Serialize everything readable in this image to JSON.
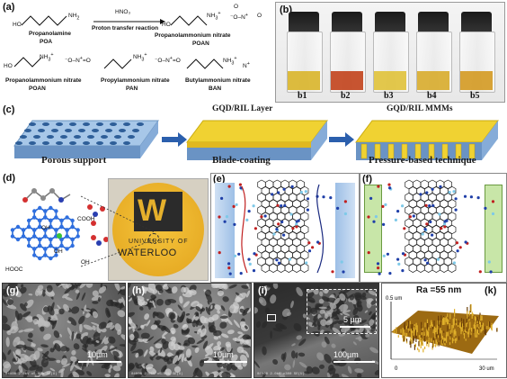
{
  "panels": {
    "a": "(a)",
    "b": "(b)",
    "c": "(c)",
    "d": "(d)",
    "e": "(e)",
    "f": "(f)",
    "g": "(g)",
    "h": "(h)",
    "i": "(i)",
    "k": "(k)"
  },
  "panel_a": {
    "reagent": "HNO₃",
    "reaction": "Proton transfer reaction",
    "poa_name": "Propanolamine",
    "poa_abbr": "POA",
    "poan_name": "Propanolammonium nitrate",
    "poan_abbr": "POAN",
    "poan2_name": "Propanolammonium nitrate",
    "poan2_abbr": "POAN",
    "pan_name": "Propylammonium nitrate",
    "pan_abbr": "PAN",
    "ban_name": "Butylammonium nitrate",
    "ban_abbr": "BAN"
  },
  "panel_b": {
    "vials": [
      {
        "label": "b1",
        "liquid": "#d9b52a"
      },
      {
        "label": "b2",
        "liquid": "#c2421c"
      },
      {
        "label": "b3",
        "liquid": "#e0c23a"
      },
      {
        "label": "b4",
        "liquid": "#d8ac2c"
      },
      {
        "label": "b5",
        "liquid": "#d49a22"
      }
    ]
  },
  "panel_c": {
    "step1": "Porous support",
    "step2": "Blade-coating",
    "step3": "Pressure-based technique",
    "layer_label": "GQD/RIL Layer",
    "mmm_label": "GQD/RIL MMMs"
  },
  "panel_d": {
    "cooh1": "COOH",
    "cooh2": "HOOC",
    "oh1": "OH",
    "oh2": "OH",
    "oh3": "OH",
    "logo_line1": "UNIVERSITY OF",
    "logo_line2": "WATERLOO"
  },
  "panel_g": {
    "scale": "10µm",
    "footer": "04000 2.0kV x5.00k SE(U)"
  },
  "panel_h": {
    "scale": "10µm",
    "footer": "04000 2.0kV x5.00k SE(U)"
  },
  "panel_i": {
    "scale_inset": "5 µm",
    "scale_main": "100µm",
    "footer": "04000 2.0kV x300 SE(U)"
  },
  "panel_k": {
    "ra": "Ra =55 nm",
    "z": "0.5 um",
    "x": "30 um",
    "origin": "0"
  },
  "colors": {
    "arrow": "#2b5fad",
    "support": "#a7c7e8",
    "coating": "#f0d232",
    "border": "#999999"
  }
}
